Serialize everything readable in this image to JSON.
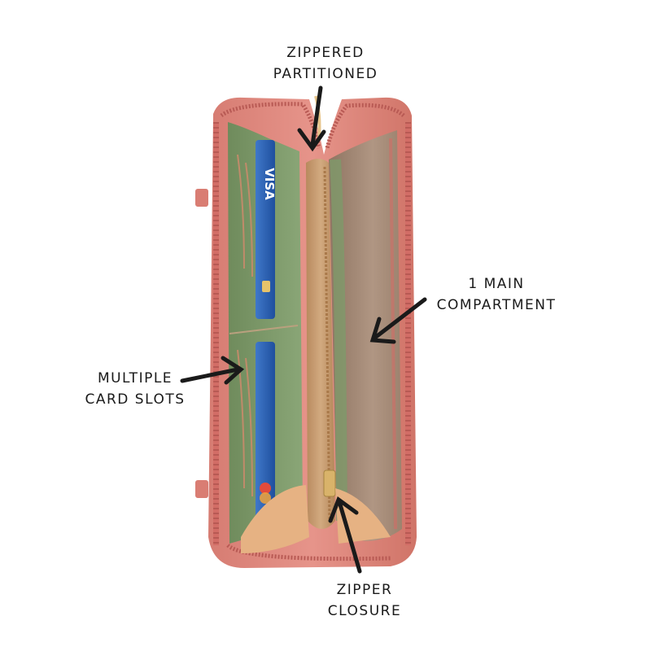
{
  "image": {
    "subject": "open pink zip-around wallet",
    "colors": {
      "background": "#ffffff",
      "outer_shell": "#e08a80",
      "zipper_tape": "#d9756d",
      "card_panel": "#7e9a6a",
      "divider_pocket": "#c59a6e",
      "main_compartment_lining": "#a88d77",
      "arrow": "#1a1a1a",
      "card_blue": "#2d5fb4"
    }
  },
  "callouts": {
    "zippered_partitioned": {
      "line1": "ZIPPERED",
      "line2": "PARTITIONED"
    },
    "main_compartment": {
      "line1": "1 MAIN",
      "line2": "COMPARTMENT"
    },
    "card_slots": {
      "line1": "MULTIPLE",
      "line2": "CARD SLOTS"
    },
    "zipper_closure": {
      "line1": "ZIPPER",
      "line2": "CLOSURE"
    }
  },
  "card": {
    "brand": "VISA"
  }
}
